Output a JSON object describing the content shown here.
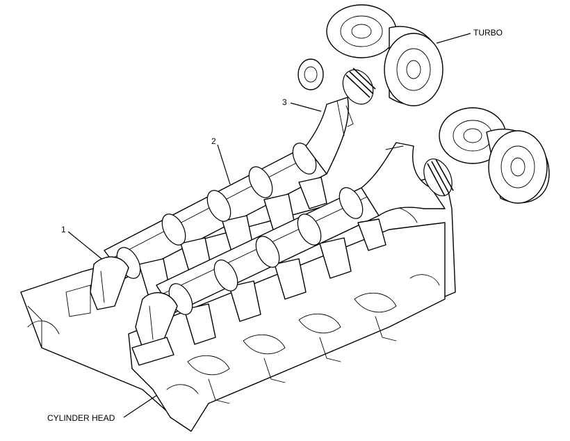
{
  "labels": {
    "turbo": "TURBO",
    "cylinder_head": "CYLINDER HEAD",
    "callout_1": "1",
    "callout_2": "2",
    "callout_3": "3"
  },
  "colors": {
    "line": "#000000",
    "background": "#ffffff"
  }
}
